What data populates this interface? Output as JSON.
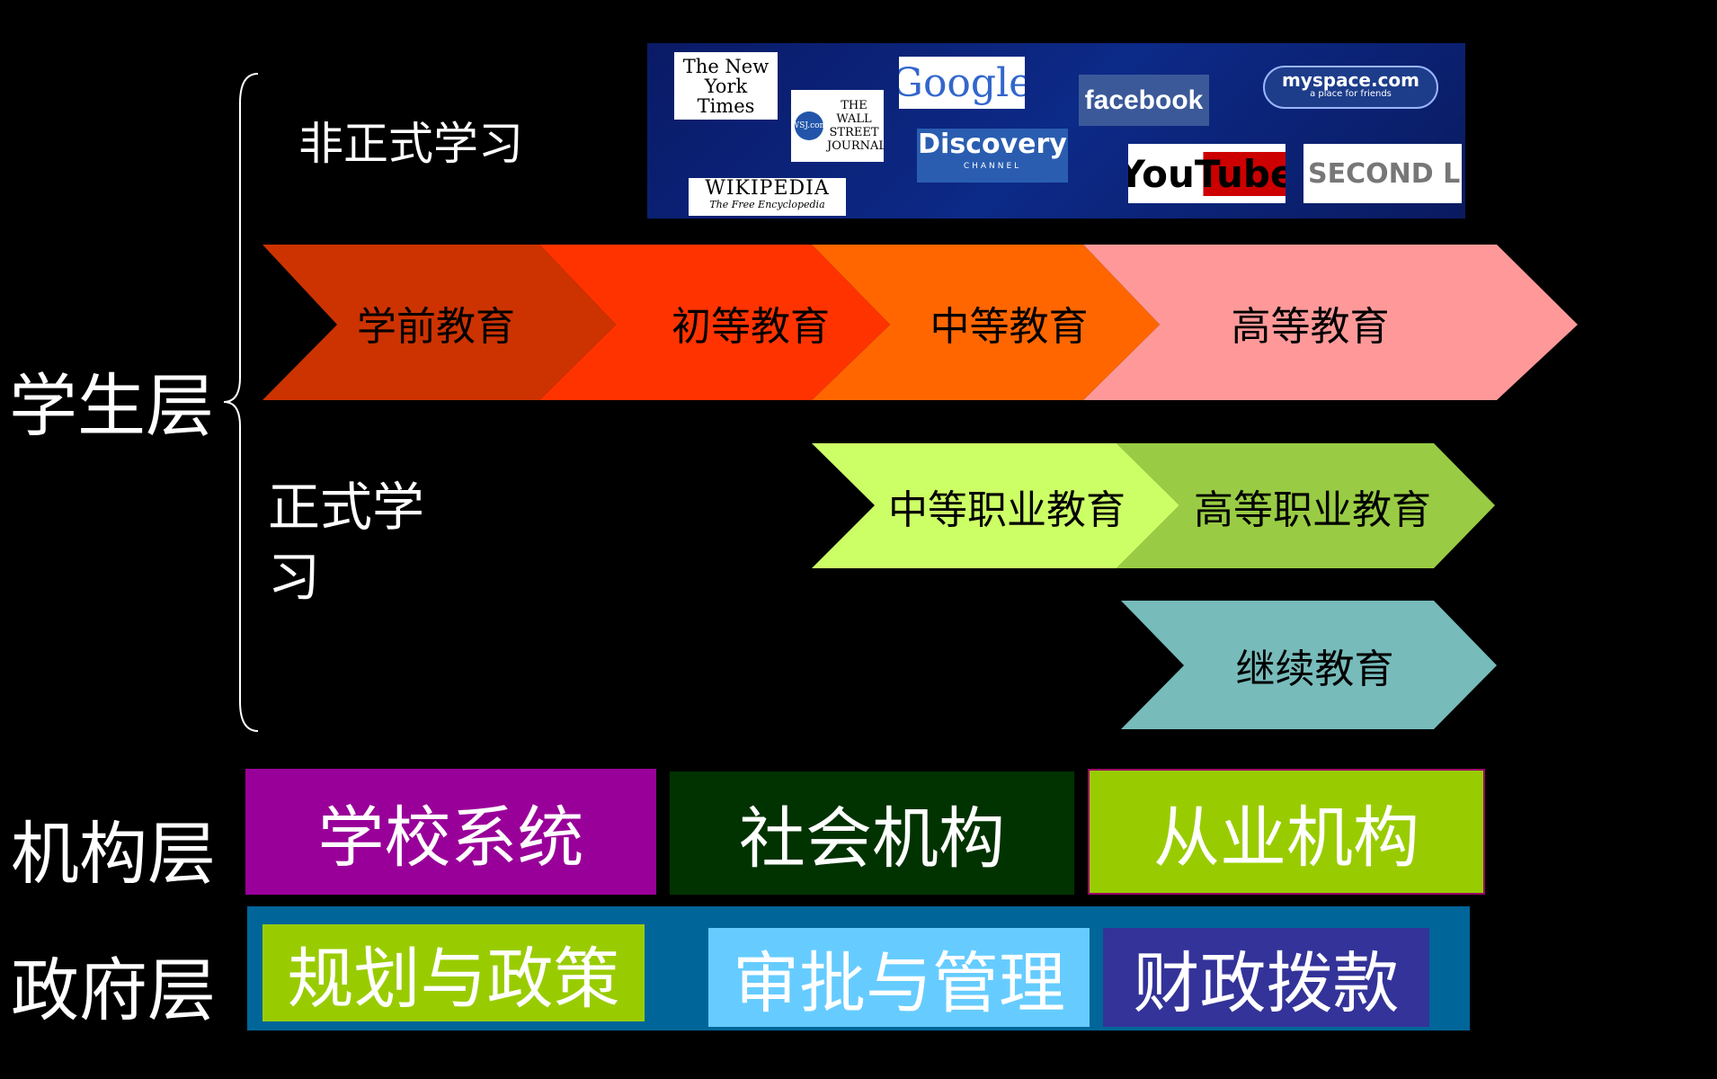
{
  "layers": {
    "student": "学生层",
    "institution": "机构层",
    "government": "政府层"
  },
  "informal": {
    "label": "非正式学习",
    "logos": [
      "The New York Times",
      "WSJ.com",
      "THE WALL STREET JOURNAL.",
      "Google",
      "facebook",
      "myspace.com",
      "a place for friends",
      "Discovery",
      "CHANNEL",
      "YouTube",
      "SECOND LIFE",
      "WIKIPEDIA",
      "The Free Encyclopedia"
    ]
  },
  "formal": {
    "label": "正式学习"
  },
  "stages": {
    "preschool": "学前教育",
    "primary": "初等教育",
    "secondary": "中等教育",
    "higher": "高等教育",
    "secondary_vocational": "中等职业教育",
    "higher_vocational": "高等职业教育",
    "continuing": "继续教育"
  },
  "institutions": {
    "school_system": "学校系统",
    "social": "社会机构",
    "professional": "从业机构"
  },
  "government": {
    "planning": "规划与政策",
    "approval": "审批与管理",
    "funding": "财政拨款"
  },
  "colors": {
    "preschool": "#cc3300",
    "primary": "#ff3300",
    "secondary": "#ff6600",
    "higher": "#ff9999",
    "secondary_vocational": "#ccff66",
    "higher_vocational": "#99cc44",
    "continuing": "#77bbbb",
    "school_system": "#990099",
    "social": "#003300",
    "professional": "#99cc00",
    "gov_band": "#006699",
    "planning": "#99cc00",
    "approval": "#66ccff",
    "funding": "#333399"
  }
}
